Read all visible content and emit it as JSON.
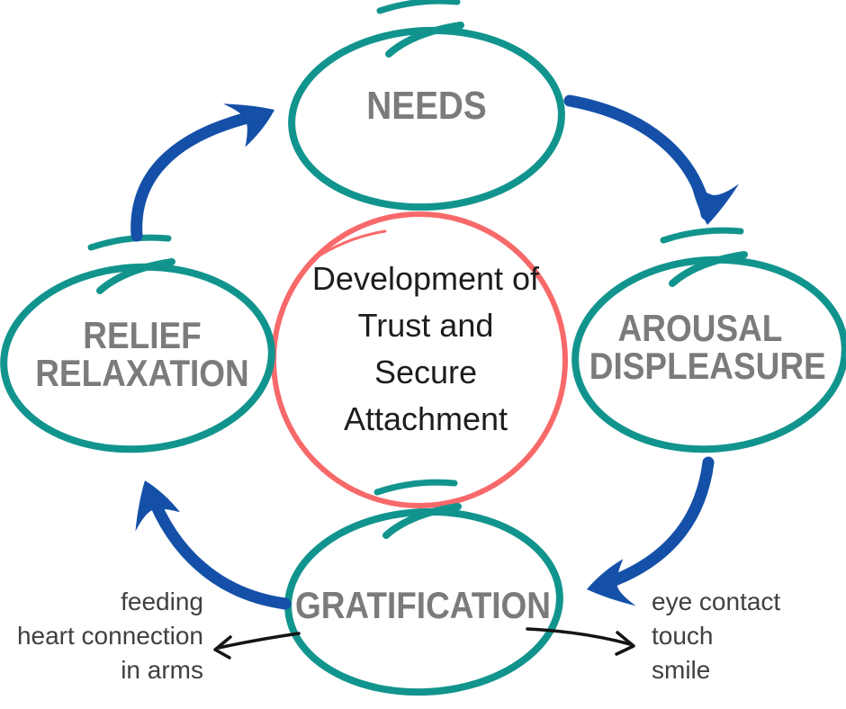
{
  "diagram": {
    "center_label": "Development of Trust and Secure Attachment",
    "stages": {
      "top": "NEEDS",
      "right": "AROUSAL DISPLEASURE",
      "bottom": "GRATIFICATION",
      "left": "RELIEF RELAXATION"
    },
    "annotations": {
      "left": {
        "lines": [
          "feeding",
          "heart connection",
          "in arms"
        ]
      },
      "right": {
        "lines": [
          "eye contact",
          "touch",
          "smile"
        ]
      }
    }
  },
  "colors": {
    "teal": "#12948e",
    "blue": "#1450a8",
    "coral": "#f8696a",
    "label_gray": "#7b7b7b",
    "text_black": "#1d1d1d",
    "annotation_gray": "#404040",
    "arrow_black": "#141414"
  }
}
